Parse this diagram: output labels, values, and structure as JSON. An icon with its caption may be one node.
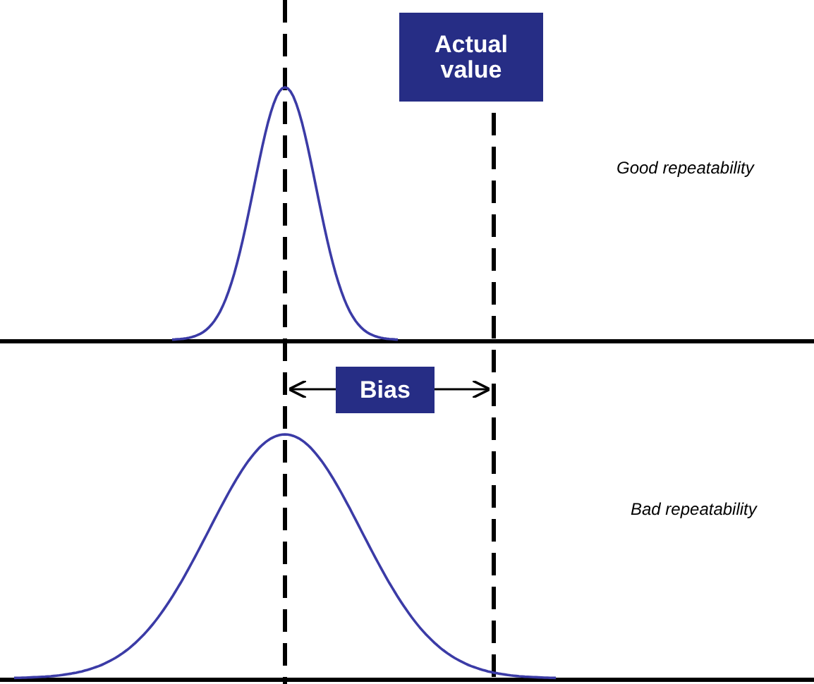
{
  "diagram": {
    "nodes": [
      {
        "text": [
          "Actual value"
        ]
      },
      {
        "text": [
          "Bias"
        ]
      }
    ],
    "labels": [
      "Good repeatability",
      "Bad repeatability"
    ]
  }
}
